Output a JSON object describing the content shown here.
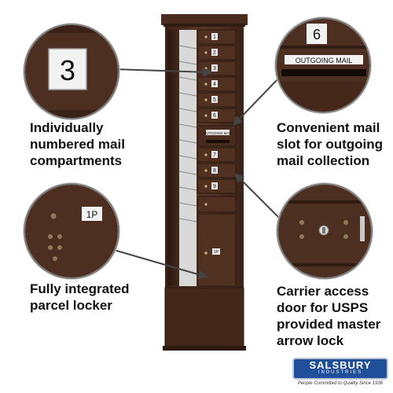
{
  "captions": {
    "numbered": "Individually\nnumbered mail\ncompartments",
    "slot": "Convenient mail\nslot for outgoing\nmail collection",
    "parcel": "Fully integrated\nparcel locker",
    "carrier": "Carrier access\ndoor for USPS\nprovided master\narrow lock"
  },
  "callouts": {
    "compartment_number": "3",
    "slot_number": "6",
    "slot_label": "OUTGOING MAIL",
    "parcel_label": "1P"
  },
  "unit": {
    "door_numbers": [
      "1",
      "2",
      "3",
      "4",
      "5",
      "6",
      "7",
      "8",
      "9"
    ],
    "slot_label": "OUTGOING MAIL",
    "parcel_label": "1P",
    "color": "#4a2c1e"
  },
  "brand": {
    "name": "SALSBURY",
    "sub": "INDUSTRIES",
    "tagline": "People Committed to Quality Since 1936",
    "color": "#1f4f99"
  }
}
